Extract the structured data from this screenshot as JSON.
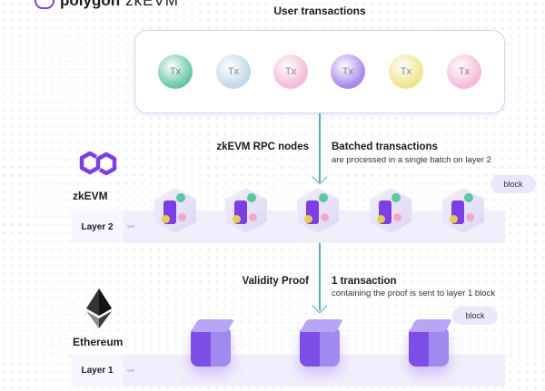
{
  "brand": {
    "name": "polygon",
    "product": "zkEVM"
  },
  "user_transactions": {
    "title": "User transactions",
    "items": [
      {
        "label": "Tx",
        "color": "#6cc7a8"
      },
      {
        "label": "Tx",
        "color": "#c5d9e6"
      },
      {
        "label": "Tx",
        "color": "#f4bcd8"
      },
      {
        "label": "Tx",
        "color": "#a98cea"
      },
      {
        "label": "Tx",
        "color": "#ede58d"
      },
      {
        "label": "Tx",
        "color": "#f4bcd8"
      }
    ]
  },
  "layer2": {
    "network": "zkEVM",
    "layer_label": "Layer 2",
    "nodes_label": "zkEVM RPC nodes",
    "batch_title": "Batched transactions",
    "batch_desc": "are processed in a single batch on layer 2",
    "block_label": "block",
    "node_count": 5
  },
  "layer1": {
    "network": "Ethereum",
    "layer_label": "Layer 1",
    "proof_label": "Validity Proof",
    "tx_title": "1 transaction",
    "tx_desc": "containing the proof is sent to layer 1 block",
    "block_label": "block",
    "block_count": 3
  },
  "colors": {
    "accent": "#7b3fe4",
    "arrow": "#5fa7b8"
  }
}
